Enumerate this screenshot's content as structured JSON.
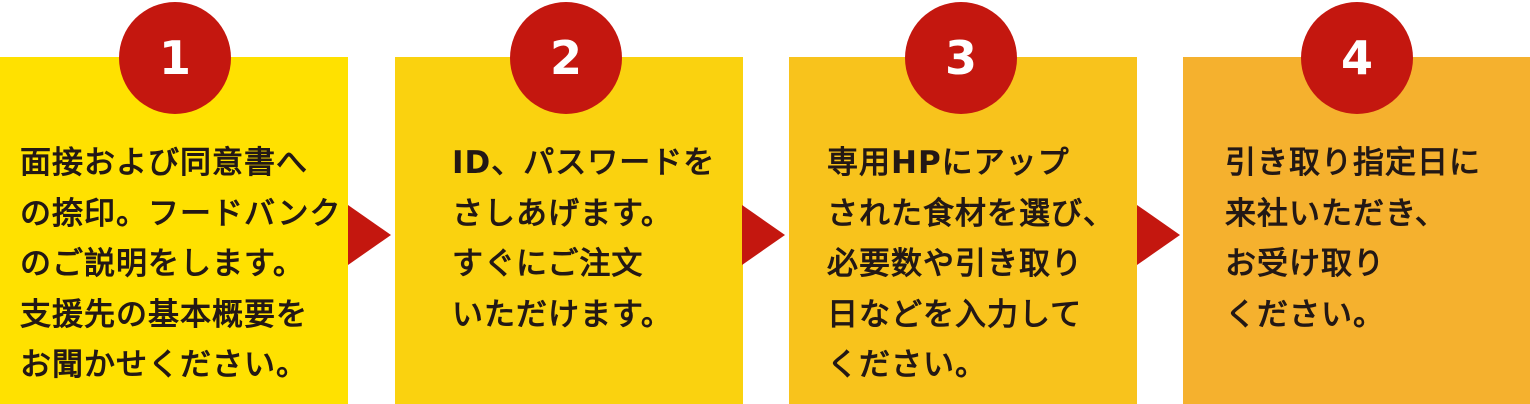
{
  "colors": {
    "step1": "#FFE100",
    "step2": "#FAD20F",
    "step3": "#F8C31C",
    "step4": "#F5B12E",
    "badge": "#C4170F",
    "text": "#231815"
  },
  "steps": [
    {
      "number": "1",
      "lines": "面接および同意書へ\nの捺印。フードバンク\nのご説明をします。\n支援先の基本概要を\nお聞かせください。"
    },
    {
      "number": "2",
      "lines": "ID、パスワードを\nさしあげます。\nすぐにご注文\nいただけます。"
    },
    {
      "number": "3",
      "lines": "専用HPにアップ\nされた食材を選び、\n必要数や引き取り\n日などを入力して\nください。"
    },
    {
      "number": "4",
      "lines": "引き取り指定日に\n来社いただき、\nお受け取り\nください。"
    }
  ]
}
